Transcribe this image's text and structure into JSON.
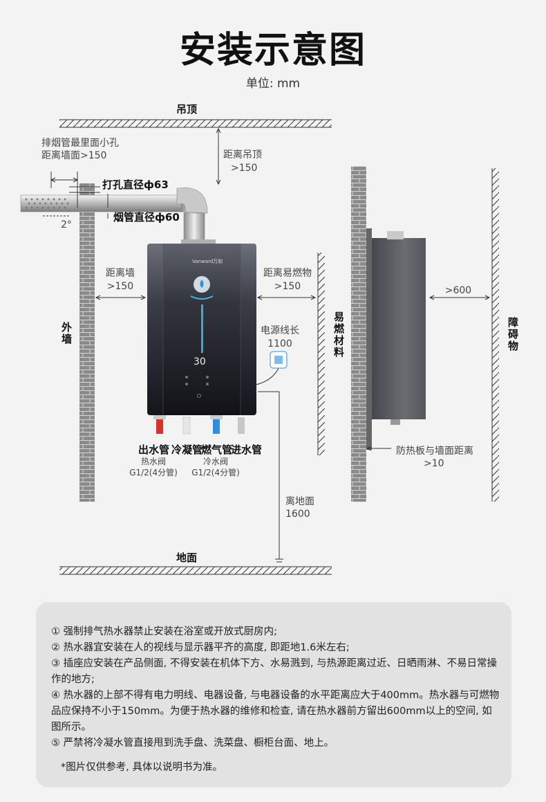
{
  "title": "安装示意图",
  "unit": "单位: mm",
  "labels": {
    "ceiling": "吊顶",
    "floor": "地面",
    "outer_wall": "外墙",
    "flammable": "易燃材料",
    "obstacle": "障碍物",
    "flue_hole_note_1": "排烟管最里面小孔",
    "flue_hole_note_2": "距离墙面>150",
    "drill_dia": "打孔直径ф63",
    "pipe_dia": "烟管直径ф60",
    "angle": "2°",
    "ceiling_dist_1": "距离吊顶",
    "ceiling_dist_2": ">150",
    "wall_dist_1": "距离墙",
    "wall_dist_2": ">150",
    "flam_dist_1": "距离易燃物",
    "flam_dist_2": ">150",
    "power_1": "电源线长",
    "power_2": "1100",
    "obstacle_dist": ">600",
    "pipe_out": "出水管",
    "pipe_cond": "冷凝管",
    "pipe_gas": "燃气管",
    "pipe_in": "进水管",
    "hot_valve": "热水阀",
    "hot_spec": "G1/2(4分管)",
    "cold_valve": "冷水阀",
    "cold_spec": "G1/2(4分管)",
    "floor_dist_1": "离地面",
    "floor_dist_2": "1600",
    "heat_board_1": "防热板与墙面距离",
    "heat_board_2": ">10",
    "brand": "Vanward万和",
    "display": "30"
  },
  "notes": [
    "① 强制排气热水器禁止安装在浴室或开放式厨房内;",
    "② 热水器宜安装在人的视线与显示器平齐的高度, 即距地1.6米左右;",
    "③ 插座应安装在产品侧面, 不得安装在机体下方、水易溅到, 与热源距离过近、日晒雨淋、不易日常操作的地方;",
    "④ 热水器的上部不得有电力明线、电器设备, 与电器设备的水平距离应大于400mm。热水器与可燃物品应保持不小于150mm。为便于热水器的维修和检查, 请在热水器前方留出600mm以上的空间, 如图所示。",
    "⑤ 严禁将冷凝水管直接甩到洗手盘、洗菜盘、橱柜台面、地上。"
  ],
  "disclaimer": "*图片仅供参考, 具体以说明书为准。",
  "colors": {
    "hot_pipe": "#d8322a",
    "gas_pipe": "#2d8fe0",
    "heater_top": "#6b6f78",
    "heater_bottom": "#16161e",
    "accent": "#3fb8e8"
  }
}
